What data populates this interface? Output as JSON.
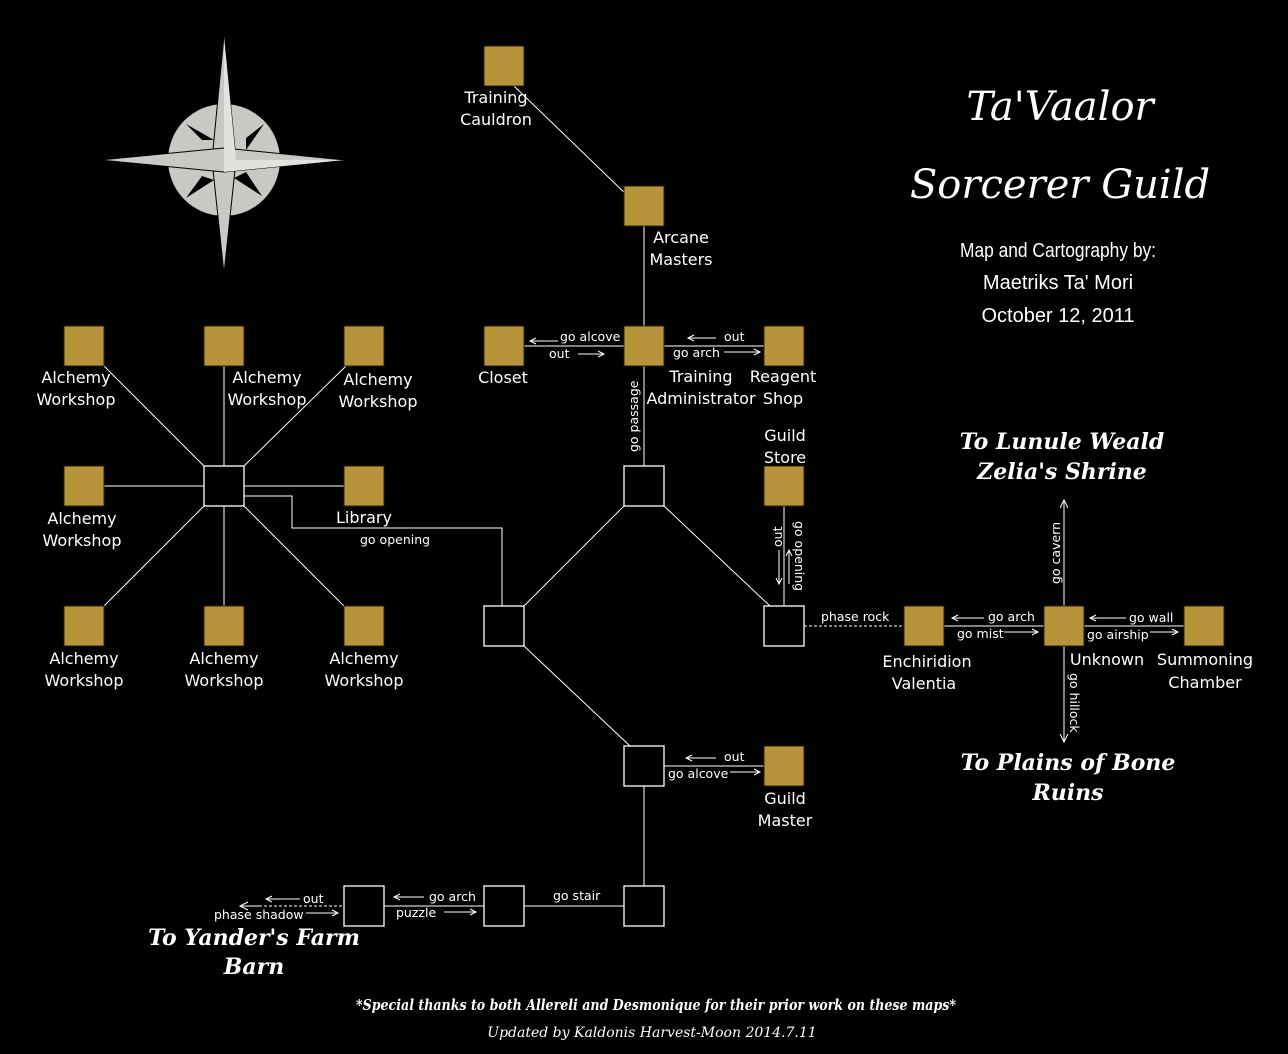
{
  "title": {
    "line1": "Ta'Vaalor",
    "line2": "Sorcerer Guild"
  },
  "credits": {
    "line1": "Map and Cartography by:",
    "line2": "Maetriks Ta' Mori",
    "line3": "October 12, 2011"
  },
  "footer": {
    "thanks": "*Special thanks to both Allereli and Desmonique for their prior work on these maps*",
    "updated": "Updated by Kaldonis Harvest-Moon 2014.7.11"
  },
  "rooms": {
    "training_cauldron": [
      "Training",
      "Cauldron"
    ],
    "arcane_masters": [
      "Arcane",
      "Masters"
    ],
    "closet": [
      "Closet"
    ],
    "training_administrator": [
      "Training",
      "Administrator"
    ],
    "reagent_shop": [
      "Reagent",
      "Shop"
    ],
    "guild_store": [
      "Guild",
      "Store"
    ],
    "library": [
      "Library"
    ],
    "alchemy": [
      "Alchemy",
      "Workshop"
    ],
    "enchiridion": [
      "Enchiridion",
      "Valentia"
    ],
    "unknown": [
      "Unknown"
    ],
    "summoning": [
      "Summoning",
      "Chamber"
    ],
    "guild_master": [
      "Guild",
      "Master"
    ]
  },
  "exits": {
    "go_alcove": "go alcove",
    "out": "out",
    "go_arch": "go arch",
    "go_passage": "go passage",
    "go_opening": "go opening",
    "phase_rock": "phase rock",
    "go_mist": "go mist",
    "go_wall": "go wall",
    "go_airship": "go airship",
    "go_cavern": "go cavern",
    "go_hillock": "go hillock",
    "go_stair": "go stair",
    "puzzle": "puzzle",
    "phase_shadow": "phase shadow"
  },
  "destinations": {
    "lunule": [
      "To Lunule Weald",
      "Zelia's Shrine"
    ],
    "plains": [
      "To Plains of Bone",
      "Ruins"
    ],
    "yander": [
      "To Yander's Farm",
      "Barn"
    ]
  },
  "colors": {
    "room": "#b79439",
    "background": "#000000",
    "compass": "#c8c8c4"
  }
}
